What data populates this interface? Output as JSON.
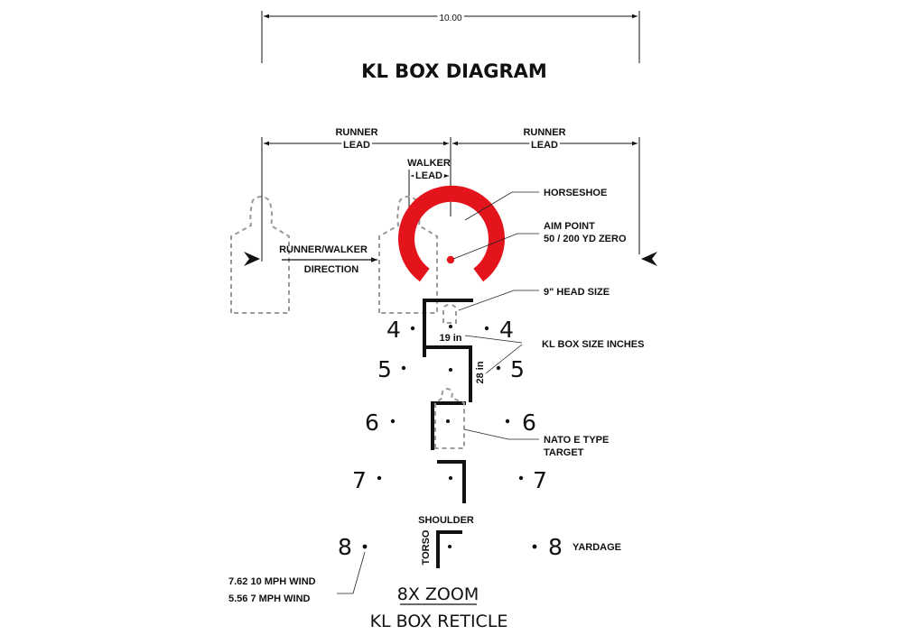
{
  "title": "KL BOX DIAGRAM",
  "top_dimension": "10.00",
  "labels": {
    "runner_lead_left_1": "RUNNER",
    "runner_lead_left_2": "LEAD",
    "runner_lead_right_1": "RUNNER",
    "runner_lead_right_2": "LEAD",
    "walker_lead_1": "WALKER",
    "walker_lead_2": "LEAD",
    "direction_1": "RUNNER/WALKER",
    "direction_2": "DIRECTION",
    "horseshoe": "HORSESHOE",
    "aim_point_1": "AIM POINT",
    "aim_point_2": "50 / 200 YD ZERO",
    "head_size": "9\" HEAD SIZE",
    "box_size": "KL BOX SIZE INCHES",
    "box_width": "19 in",
    "box_height": "28 in",
    "nato_1": "NATO E TYPE",
    "nato_2": "TARGET",
    "shoulder": "SHOULDER",
    "torso": "TORSO",
    "yardage": "YARDAGE",
    "wind_1": "7.62  10 MPH WIND",
    "wind_2": "5.56  7 MPH WIND"
  },
  "yardage_marks": [
    {
      "left": "4",
      "right": "4"
    },
    {
      "left": "5",
      "right": "5"
    },
    {
      "left": "6",
      "right": "6"
    },
    {
      "left": "7",
      "right": "7"
    },
    {
      "left": "8",
      "right": "8"
    }
  ],
  "footer": {
    "line1": "8X ZOOM",
    "line2": "KL BOX RETICLE"
  },
  "colors": {
    "horseshoe": "#e3141b",
    "aim_point": "#e3141b",
    "ghost_target": "#9a9a9a",
    "ink": "#111111"
  }
}
